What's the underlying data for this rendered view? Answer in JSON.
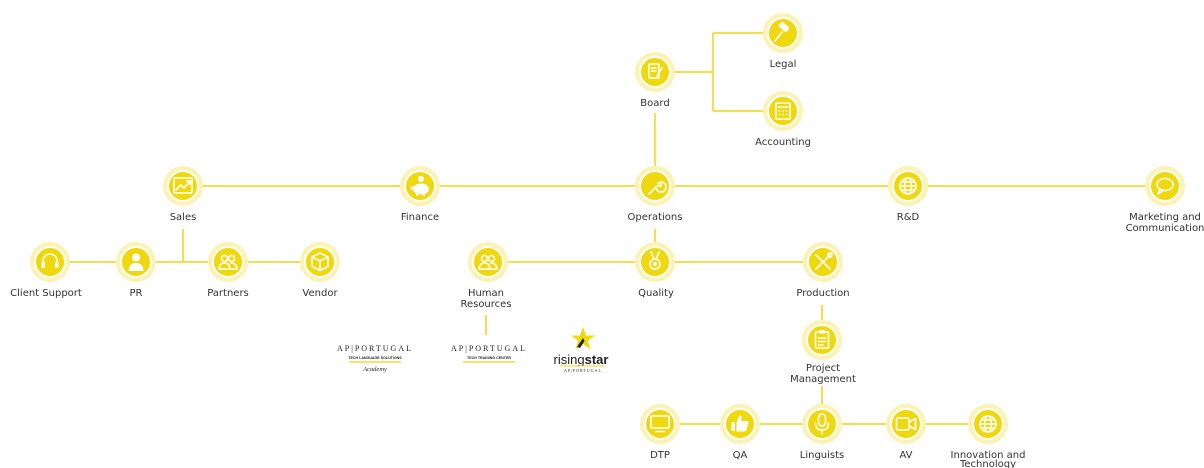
{
  "colors": {
    "accent": "#f0d80e",
    "line": "#f4e04d",
    "label": "#333333"
  },
  "nodes": {
    "board": {
      "label": "Board",
      "icon": "document-icon"
    },
    "legal": {
      "label": "Legal",
      "icon": "gavel-icon"
    },
    "accounting": {
      "label": "Accounting",
      "icon": "calculator-icon"
    },
    "sales": {
      "label": "Sales",
      "icon": "trend-chart-icon"
    },
    "finance": {
      "label": "Finance",
      "icon": "piggy-bank-icon"
    },
    "operations": {
      "label": "Operations",
      "icon": "wrench-icon"
    },
    "rnd": {
      "label": "R&D",
      "icon": "globe-icon"
    },
    "marketing": {
      "label_line1": "Marketing and",
      "label_line2": "Communication",
      "icon": "speech-bubble-icon"
    },
    "client_support": {
      "label": "Client Support",
      "icon": "headset-icon"
    },
    "pr": {
      "label": "PR",
      "icon": "person-icon"
    },
    "partners": {
      "label": "Partners",
      "icon": "people-icon"
    },
    "vendor": {
      "label": "Vendor",
      "icon": "box-icon"
    },
    "hr": {
      "label_line1": "Human",
      "label_line2": "Resources",
      "icon": "people-icon"
    },
    "quality": {
      "label": "Quality",
      "icon": "medal-icon"
    },
    "production": {
      "label": "Production",
      "icon": "tools-icon"
    },
    "project_management": {
      "label_line1": "Project",
      "label_line2": "Management",
      "icon": "clipboard-icon"
    },
    "dtp": {
      "label": "DTP",
      "icon": "monitor-icon"
    },
    "qa": {
      "label": "QA",
      "icon": "thumbs-up-icon"
    },
    "linguists": {
      "label": "Linguists",
      "icon": "microphone-icon"
    },
    "av": {
      "label": "AV",
      "icon": "video-camera-icon"
    },
    "innovation": {
      "label_line1": "Innovation and",
      "label_line2": "Technology",
      "icon": "globe-icon"
    }
  },
  "logos": {
    "academy": {
      "name": "AP|PORTUGAL",
      "tagline": "TECH LANGUAGE SOLUTIONS",
      "sub": "Academy"
    },
    "training": {
      "name": "AP|PORTUGAL",
      "tagline": "TECH TRAINING CENTER"
    },
    "rising": {
      "word1": "rising",
      "word2": "star",
      "sub": "AP|PORTUGAL"
    }
  }
}
